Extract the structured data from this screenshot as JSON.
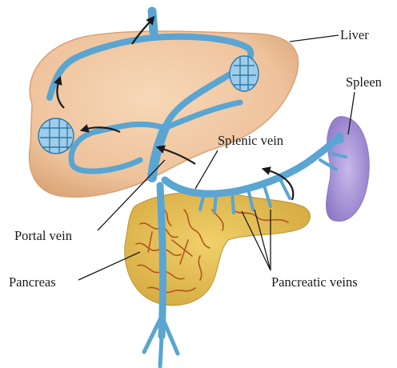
{
  "labels": {
    "liver": "Liver",
    "spleen": "Spleen",
    "splenic_vein": "Splenic vein",
    "portal_vein": "Portal vein",
    "pancreas": "Pancreas",
    "pancreatic_veins": "Pancreatic veins"
  },
  "colors": {
    "liver": "#eec29b",
    "liver_edge": "#d9a275",
    "vein": "#5aa5d2",
    "vein_dark": "#2f7aa8",
    "spleen": "#a894d6",
    "pancreas": "#e3bd4e",
    "pancreas_vein": "#b5531f",
    "leader": "#1a1a1a"
  }
}
